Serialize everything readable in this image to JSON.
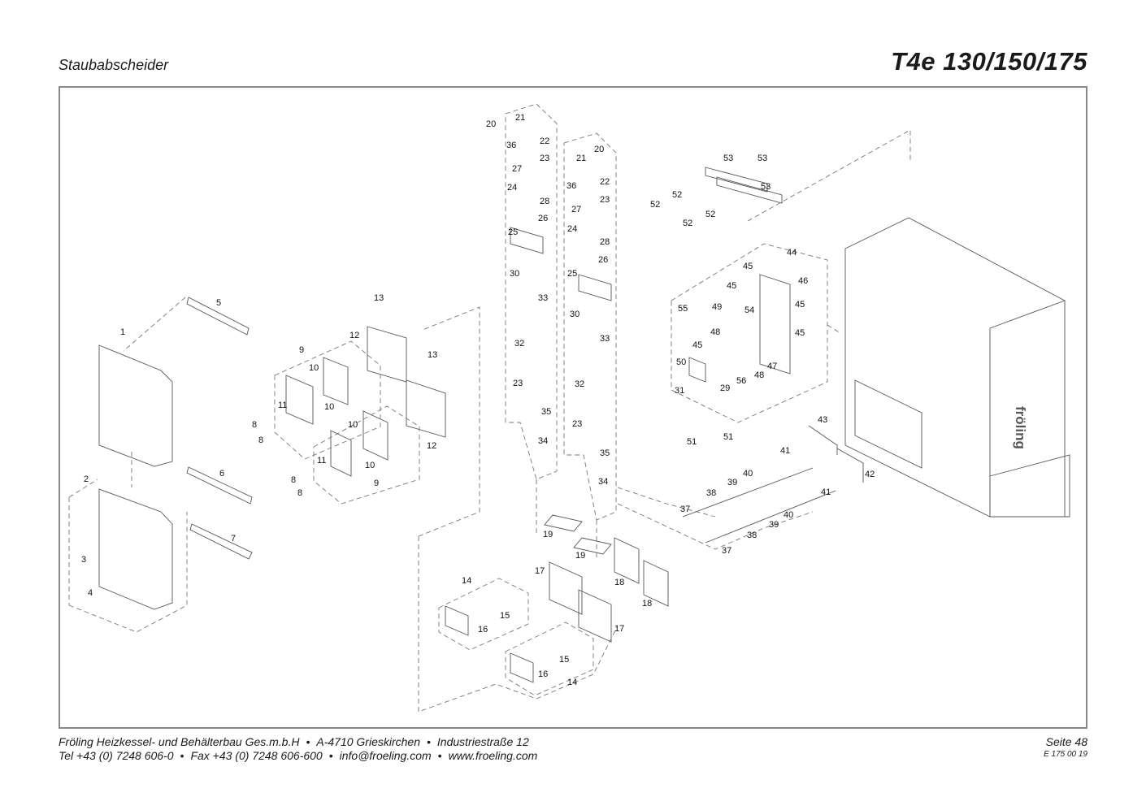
{
  "header": {
    "section": "Staubabscheider",
    "model": "T4e 130/150/175"
  },
  "footer": {
    "company": "Fröling Heizkessel- und Behälterbau Ges.m.b.H",
    "city": "A-4710 Grieskirchen",
    "street": "Industriestraße 12",
    "tel": "Tel +43 (0) 7248 606-0",
    "fax": "Fax +43 (0) 7248 606-600",
    "email": "info@froeling.com",
    "web": "www.froeling.com",
    "bullet": "•",
    "page": "Seite 48",
    "doc_no": "E 175 00 19"
  },
  "diagram": {
    "brand": "fröling",
    "callouts": [
      "1",
      "2",
      "3",
      "4",
      "5",
      "6",
      "7",
      "8",
      "9",
      "10",
      "11",
      "12",
      "13",
      "14",
      "15",
      "16",
      "17",
      "18",
      "19",
      "20",
      "21",
      "22",
      "23",
      "24",
      "25",
      "26",
      "27",
      "28",
      "29",
      "30",
      "31",
      "32",
      "33",
      "34",
      "35",
      "36",
      "37",
      "38",
      "39",
      "40",
      "41",
      "42",
      "43",
      "44",
      "45",
      "46",
      "47",
      "48",
      "49",
      "50",
      "51",
      "52",
      "53",
      "54",
      "55",
      "56"
    ]
  }
}
